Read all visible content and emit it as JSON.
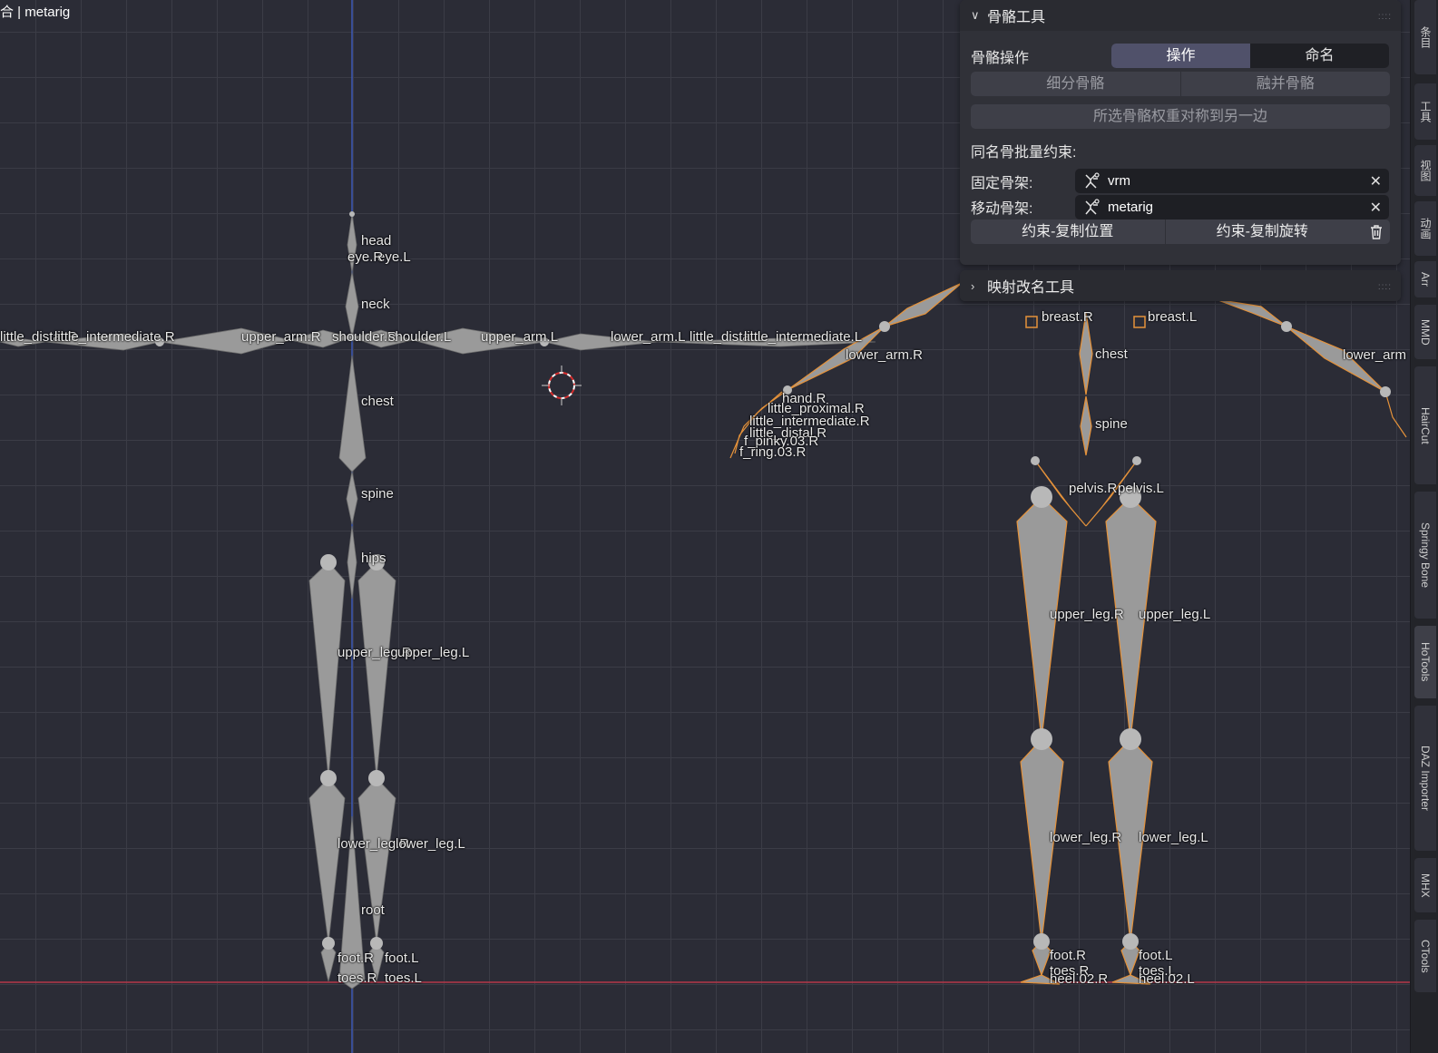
{
  "viewport": {
    "object_name": "合 | metarig",
    "bone_labels_left": [
      "head",
      "eye.L",
      "eye.R",
      "neck",
      "chest",
      "spine",
      "hips",
      "upper_arm.R",
      "shoulder.R",
      "shoulder.L",
      "upper_arm.L",
      "lower_arm.L",
      "little_distal.L",
      "little_intermediate.L",
      "little_distal.R",
      "little_intermediate.R",
      "upper_leg.R",
      "upper_leg.L",
      "lower_leg.R",
      "lower_leg.L",
      "root",
      "foot.R",
      "foot.L",
      "toes.R",
      "toes.L"
    ],
    "bone_labels_right": [
      "breast.R",
      "breast.L",
      "chest",
      "spine",
      "pelvis.R",
      "pelvis.L",
      "upper_leg.R",
      "upper_leg.L",
      "lower_leg.R",
      "lower_leg.L",
      "foot.R",
      "foot.L",
      "toes.R",
      "toes.L",
      "heel.02.R",
      "heel.02.L",
      "lower_arm.R",
      "lower_arm",
      "hand.R",
      "little_proximal.R",
      "little_intermediate.R",
      "little_distal.R",
      "f_pinky.03.R",
      "f_ring.03.R"
    ]
  },
  "panel": {
    "bone_tools": {
      "title": "骨骼工具",
      "mode_label": "骨骼操作",
      "mode_options": [
        "操作",
        "命名"
      ],
      "mode_selected": "操作",
      "subdivide_label": "细分骨骼",
      "merge_label": "融并骨骼",
      "mirror_weights_label": "所选骨骼权重对称到另一边",
      "batch_constraint_label": "同名骨批量约束:",
      "fixed_armature_label": "固定骨架:",
      "fixed_armature_value": "vrm",
      "moving_armature_label": "移动骨架:",
      "moving_armature_value": "metarig",
      "copy_location_label": "约束-复制位置",
      "copy_rotation_label": "约束-复制旋转"
    },
    "mapping_rename": {
      "title": "映射改名工具"
    }
  },
  "sidebar_tabs": [
    "条目",
    "工具",
    "视图",
    "动画",
    "Arr",
    "MMD",
    "HairCut",
    "Springy Bone",
    "HoTools",
    "DAZ Importer",
    "MHX",
    "CTools"
  ],
  "colors": {
    "viewport_bg": "#2b2c36",
    "grid_line": "#3b3c46",
    "bone_fill": "#9b9b9b",
    "selected_outline": "#e5923a",
    "axis_x": "#b53748",
    "axis_z": "#3c5ab5",
    "active_segment": "#50516a"
  }
}
